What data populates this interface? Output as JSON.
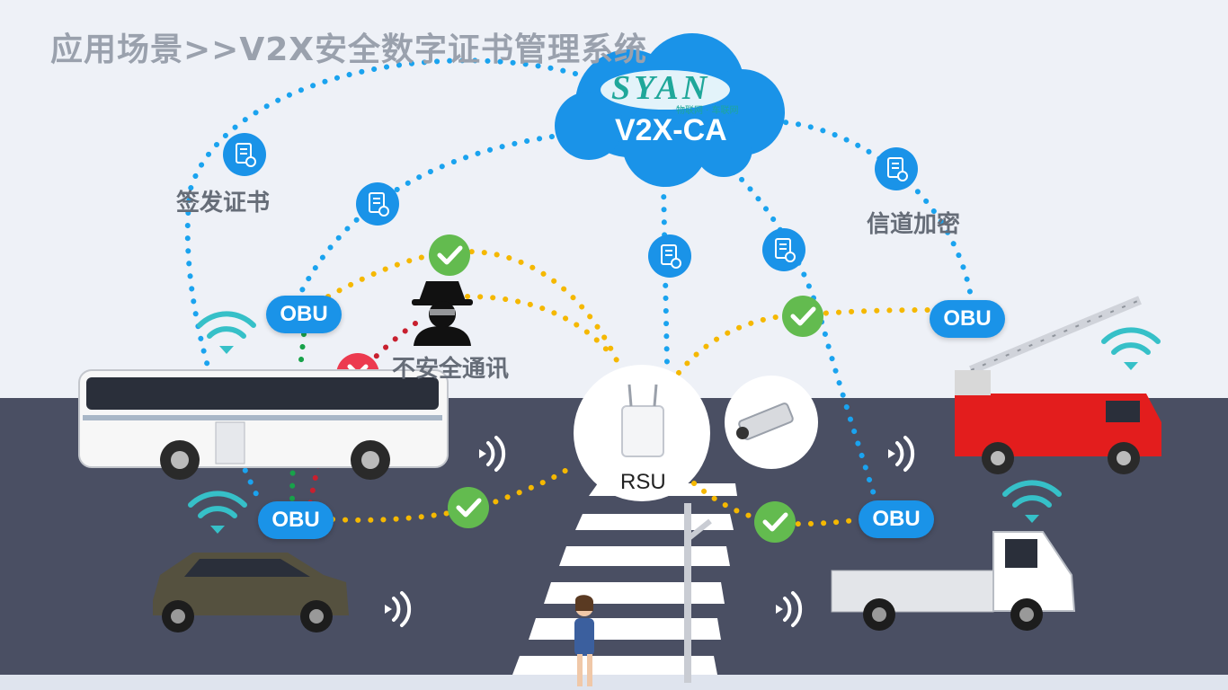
{
  "title": "应用场景>>V2X安全数字证书管理系统",
  "cloud": {
    "logo_text": "SYAN",
    "logo_sub": "物联网 · 车联网",
    "label": "V2X-CA"
  },
  "labels": {
    "issue_cert": "签发证书",
    "channel_encryption": "信道加密",
    "insecure_comm": "不安全通讯",
    "rsu": "RSU"
  },
  "obu_label": "OBU",
  "colors": {
    "sky": "#eef1f7",
    "road": "#4a4f63",
    "cloud": "#1a93e8",
    "cert_link": "#1aa3ef",
    "secure_link": "#f5b800",
    "ok_badge": "#63bb4f",
    "bad_badge": "#ec3a4f",
    "bad_link": "#c8202f",
    "wifi": "#36c0c8"
  }
}
